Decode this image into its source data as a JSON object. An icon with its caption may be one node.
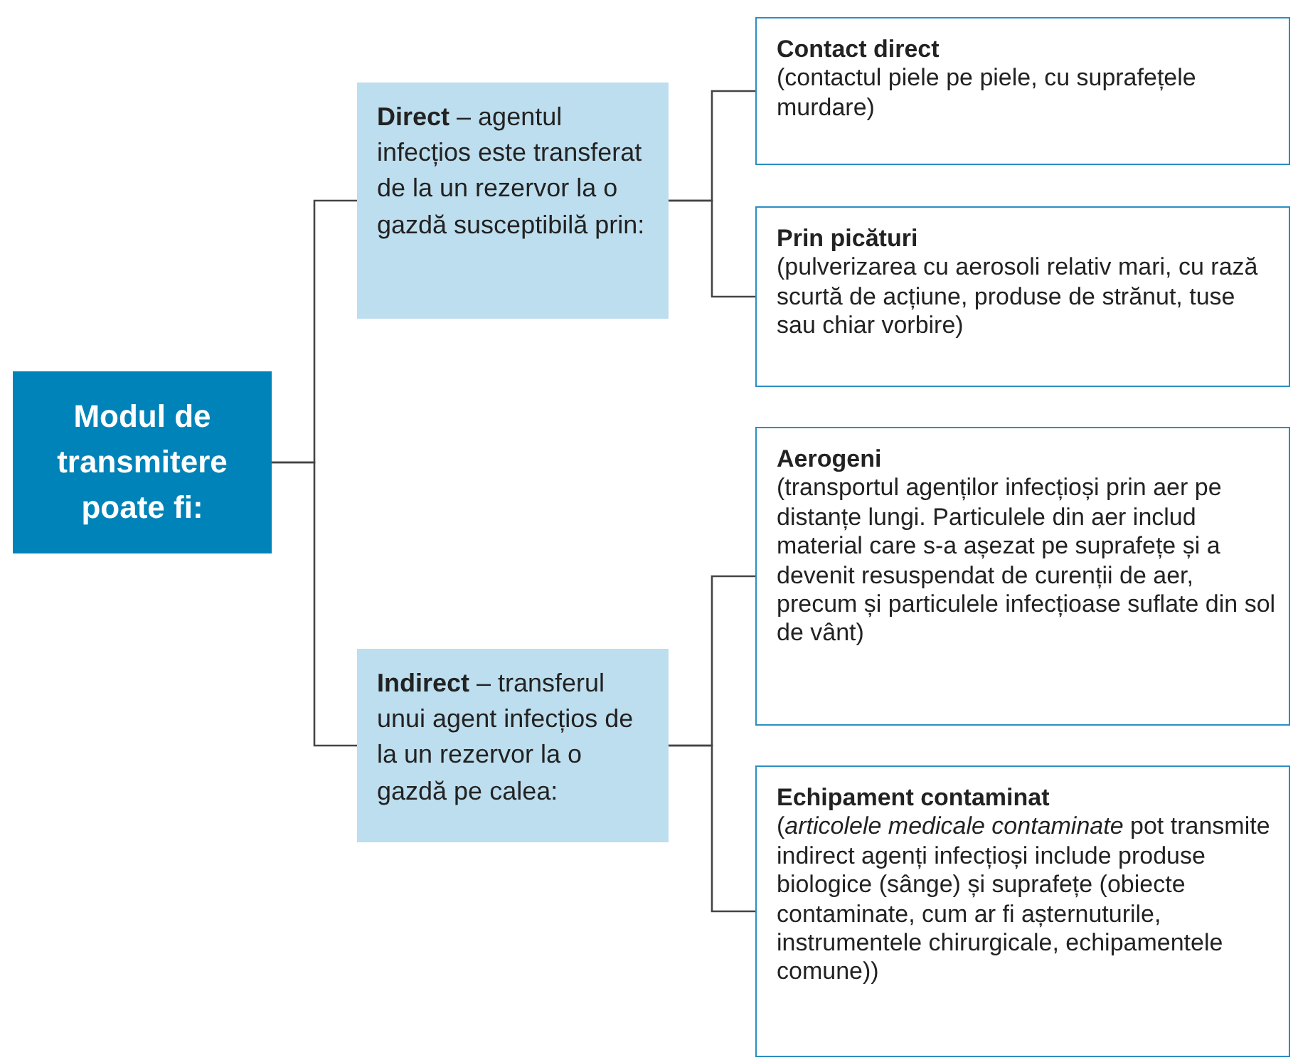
{
  "diagram": {
    "nodes": [
      {
        "text": [
          "Modul de transmitere poate fi:"
        ]
      },
      {
        "text": [
          "**Direct** – agentul infecțios este transferat de la un rezervor la o gazdă susceptibilă prin:"
        ]
      },
      {
        "text": [
          "**Indirect** – transferul unui agent infecțios de la un rezervor la o gazdă pe calea:"
        ]
      },
      {
        "text": [
          "Contact direct",
          "(contactul piele pe piele, cu suprafețele murdare)"
        ]
      },
      {
        "text": [
          "Prin picături",
          "(pulverizarea cu aerosoli relativ mari, cu rază scurtă de acțiune, produse de strănut, tuse sau chiar vorbire)"
        ]
      },
      {
        "text": [
          "Aerogeni",
          "(transportul agenților infecțioși prin aer pe distanțe lungi. Particulele din aer includ material care s-a așezat pe suprafețe și a devenit resuspendat de curenții de aer, precum și particulele infecțioase suflate din sol de vânt)"
        ]
      },
      {
        "text": [
          "Echipament contaminat",
          "(*articolele medicale contaminate* pot transmite indirect agenți infecțioși include produse biologice (sânge) și suprafețe (obiecte contaminate, cum ar fi așternuturile, instrumentele chirurgicale, echipamentele comune))"
        ]
      }
    ],
    "edges": [
      {
        "from": 0,
        "to": 1,
        "arrow": "none"
      },
      {
        "from": 0,
        "to": 2,
        "arrow": "none"
      },
      {
        "from": 1,
        "to": 3,
        "arrow": "none"
      },
      {
        "from": 1,
        "to": 4,
        "arrow": "none"
      },
      {
        "from": 2,
        "to": 5,
        "arrow": "none"
      },
      {
        "from": 2,
        "to": 6,
        "arrow": "none"
      }
    ]
  }
}
